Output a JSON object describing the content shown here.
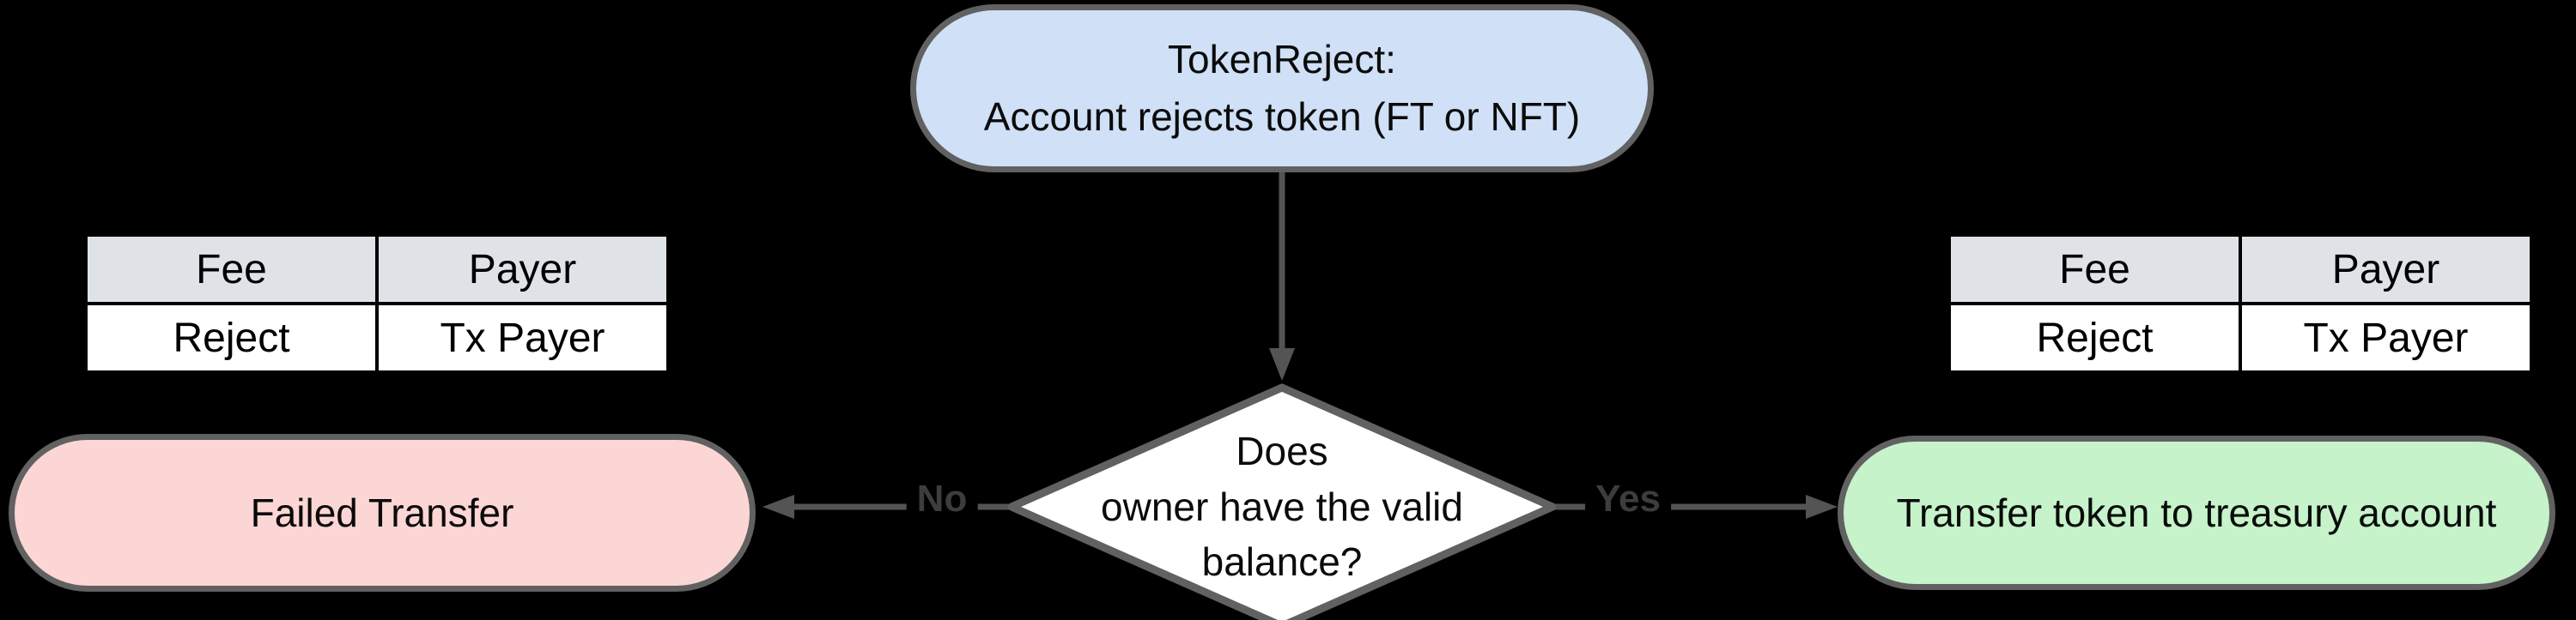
{
  "diagram": {
    "start_node": {
      "line1": "TokenReject:",
      "line2": "Account rejects token (FT or NFT)"
    },
    "decision_node": {
      "lines": [
        "Does",
        "owner have the valid",
        "balance?"
      ]
    },
    "no_branch": {
      "edge_label": "No",
      "result_label": "Failed Transfer"
    },
    "yes_branch": {
      "edge_label": "Yes",
      "result_label": "Transfer token to treasury account"
    }
  },
  "fee_table_left": {
    "headers": [
      "Fee",
      "Payer"
    ],
    "rows": [
      [
        "Reject",
        "Tx Payer"
      ]
    ]
  },
  "fee_table_right": {
    "headers": [
      "Fee",
      "Payer"
    ],
    "rows": [
      [
        "Reject",
        "Tx Payer"
      ]
    ]
  },
  "colors": {
    "background": "#000000",
    "start_node_fill": "#cfe0f7",
    "decision_fill": "#ffffff",
    "fail_node_fill": "#fcd6d4",
    "success_node_fill": "#c6f3ca",
    "shape_border": "#616161",
    "connector": "#545454",
    "edge_label_text": "#3d3d3d",
    "table_header_bg": "#dfe3e8",
    "table_border": "#000000"
  }
}
